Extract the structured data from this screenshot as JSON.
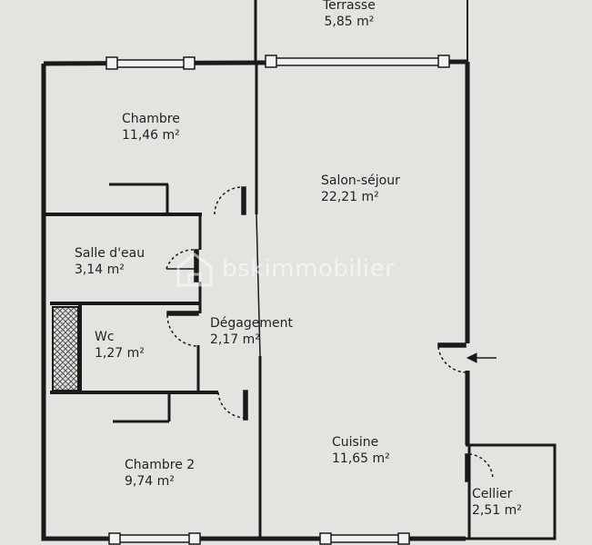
{
  "rooms": [
    {
      "id": "terrasse",
      "name": "Terrasse",
      "area": "5,85 m²"
    },
    {
      "id": "chambre",
      "name": "Chambre",
      "area": "11,46 m²"
    },
    {
      "id": "salon-sejour",
      "name": "Salon-séjour",
      "area": "22,21 m²"
    },
    {
      "id": "salle-deau",
      "name": "Salle d'eau",
      "area": "3,14 m²"
    },
    {
      "id": "wc",
      "name": "Wc",
      "area": "1,27 m²"
    },
    {
      "id": "degagement",
      "name": "Dégagement",
      "area": "2,17 m²"
    },
    {
      "id": "chambre-2",
      "name": "Chambre 2",
      "area": "9,74 m²"
    },
    {
      "id": "cuisine",
      "name": "Cuisine",
      "area": "11,65 m²"
    },
    {
      "id": "cellier",
      "name": "Cellier",
      "area": "2,51 m²"
    }
  ],
  "watermark": {
    "text": "bskimmobilier",
    "icon": "house-logo-icon"
  },
  "colors": {
    "background": "#e3e3e0",
    "wall": "#1a1a1a",
    "hatch": "#555555"
  }
}
